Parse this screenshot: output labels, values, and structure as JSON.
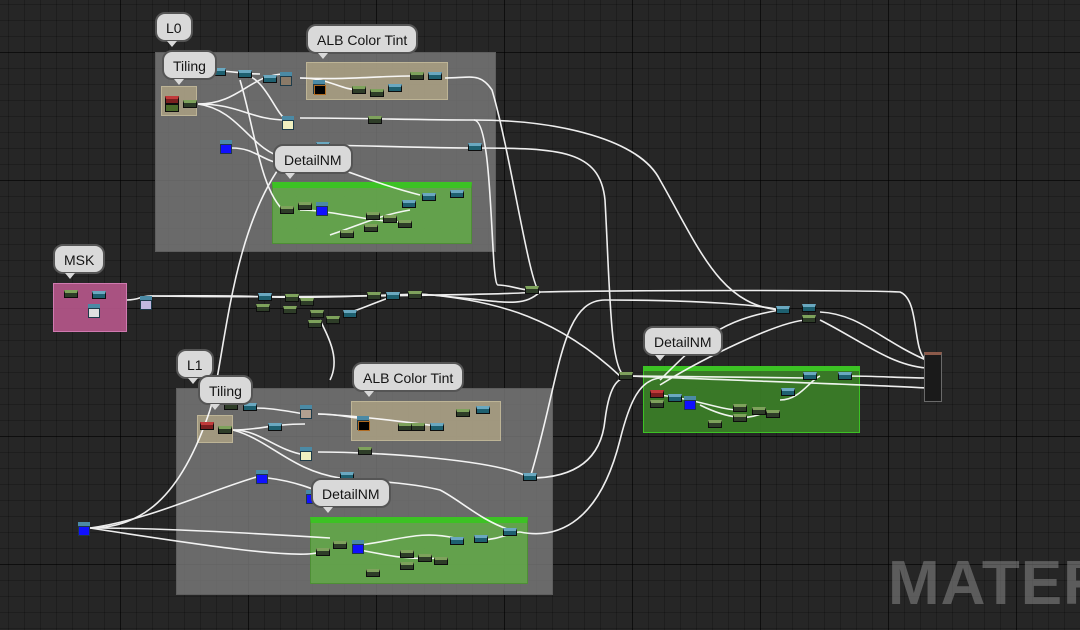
{
  "comments": {
    "l0": "L0",
    "l1": "L1",
    "msk": "MSK",
    "tiling_l0": "Tiling",
    "tiling_l1": "Tiling",
    "albtint_l0": "ALB Color Tint",
    "albtint_l1": "ALB Color Tint",
    "detailnm_l0": "DetailNM",
    "detailnm_l1": "DetailNM",
    "detailnm_main": "DetailNM"
  },
  "watermark": "MATERI",
  "colors": {
    "graph_bg": "#262626",
    "comment_gray": "#7d7d7d",
    "comment_green": "#62a848",
    "comment_header_green": "#3cc224",
    "comment_tan": "#aaa082",
    "comment_pink": "#b8588c",
    "wire": "#ffffff",
    "bubble": "#d9d9d9"
  }
}
